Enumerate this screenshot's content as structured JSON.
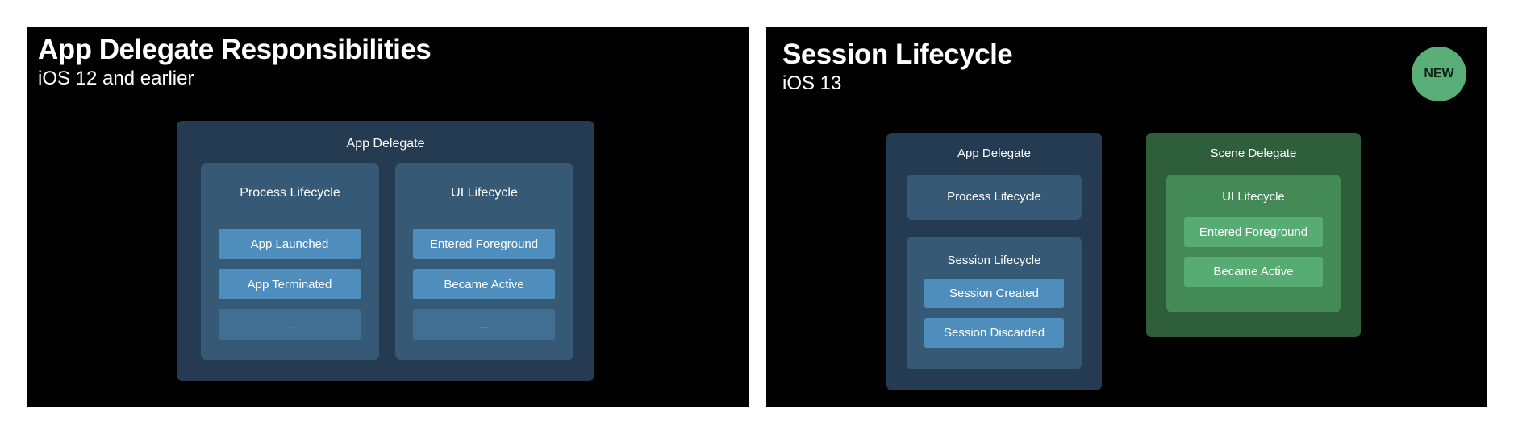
{
  "left_slide": {
    "title": "App Delegate Responsibilities",
    "subtitle": "iOS 12 and earlier",
    "app_delegate": {
      "label": "App Delegate",
      "process_lifecycle": {
        "label": "Process Lifecycle",
        "items": [
          "App Launched",
          "App Terminated",
          "..."
        ]
      },
      "ui_lifecycle": {
        "label": "UI Lifecycle",
        "items": [
          "Entered Foreground",
          "Became Active",
          "..."
        ]
      }
    }
  },
  "right_slide": {
    "title": "Session Lifecycle",
    "subtitle": "iOS 13",
    "badge": "NEW",
    "app_delegate": {
      "label": "App Delegate",
      "process_lifecycle": {
        "label": "Process Lifecycle"
      },
      "session_lifecycle": {
        "label": "Session Lifecycle",
        "items": [
          "Session Created",
          "Session Discarded"
        ]
      }
    },
    "scene_delegate": {
      "label": "Scene Delegate",
      "ui_lifecycle": {
        "label": "UI Lifecycle",
        "items": [
          "Entered Foreground",
          "Became Active"
        ]
      }
    }
  },
  "colors": {
    "slide_background": "#000000",
    "navy_container": "#243b51",
    "navy_inner": "#365a76",
    "blue_item": "#4f8dbd",
    "green_container": "#2f5e3a",
    "green_inner": "#438a56",
    "green_item": "#56ac72",
    "new_badge": "#5aae78"
  }
}
